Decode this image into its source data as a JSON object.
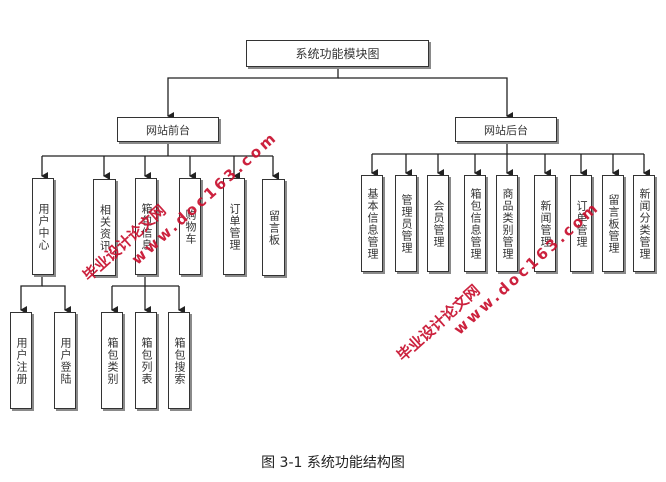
{
  "diagram": {
    "root": "系统功能模块图",
    "front": {
      "label": "网站前台",
      "children": [
        {
          "label": "用户中心",
          "children": [
            "用户注册",
            "用户登陆"
          ]
        },
        {
          "label": "相关资讯",
          "children": []
        },
        {
          "label": "箱包信息",
          "children": [
            "箱包类别",
            "箱包列表",
            "箱包搜索"
          ]
        },
        {
          "label": "购物车",
          "children": []
        },
        {
          "label": "订单管理",
          "children": []
        },
        {
          "label": "留言板",
          "children": []
        }
      ]
    },
    "back": {
      "label": "网站后台",
      "children": [
        {
          "label": "基本信息管理"
        },
        {
          "label": "管理员管理"
        },
        {
          "label": "会员管理"
        },
        {
          "label": "箱包信息管理"
        },
        {
          "label": "商品类别管理"
        },
        {
          "label": "新闻管理"
        },
        {
          "label": "订单管理"
        },
        {
          "label": "留言板管理"
        },
        {
          "label": "新闻分类管理"
        }
      ]
    }
  },
  "caption": "图 3-1 系统功能结构图",
  "watermarks": [
    {
      "line1": "毕业设计论文网",
      "line2": "www.doc163.com"
    },
    {
      "line1": "毕业设计论文网",
      "line2": "www.doc163.com"
    }
  ]
}
